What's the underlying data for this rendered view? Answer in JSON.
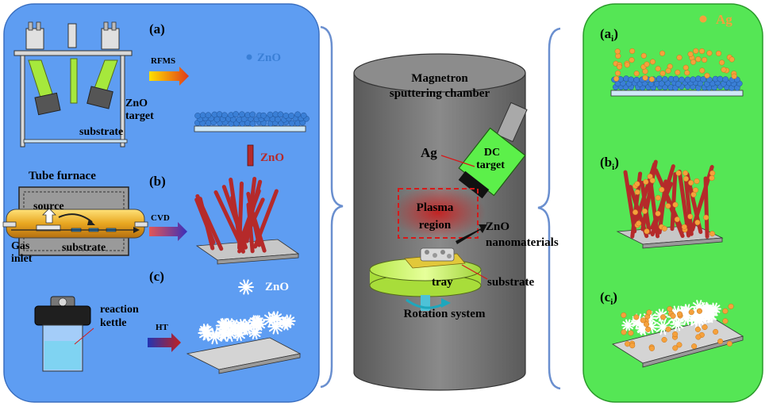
{
  "left_panel": {
    "a": {
      "label": "(a)",
      "method": "RFMS",
      "legend": "ZnO",
      "target_label_1": "ZnO",
      "target_label_2": "target",
      "substrate_label": "substrate"
    },
    "b": {
      "label": "(b)",
      "title": "Tube furnace",
      "method": "CVD",
      "legend": "ZnO",
      "source_label": "source",
      "substrate_label": "substrate",
      "gas_label_1": "Gas",
      "gas_label_2": "inlet"
    },
    "c": {
      "label": "(c)",
      "method": "HT",
      "legend": "ZnO",
      "kettle_label_1": "reaction",
      "kettle_label_2": "kettle"
    }
  },
  "center": {
    "chamber_title_1": "Magnetron",
    "chamber_title_2": "sputtering chamber",
    "target_label_1": "DC",
    "target_label_2": "target",
    "ag_label": "Ag",
    "plasma_label_1": "Plasma",
    "plasma_label_2": "region",
    "zno_label_1": "ZnO",
    "zno_label_2": "nanomaterials",
    "tray_label": "tray",
    "substrate_label": "substrate",
    "rotation_label": "Rotation system"
  },
  "right_panel": {
    "legend": "Ag",
    "labels": [
      {
        "base": "(a",
        "sub": "i",
        "close": ")"
      },
      {
        "base": "(b",
        "sub": "i",
        "close": ")"
      },
      {
        "base": "(c",
        "sub": "i",
        "close": ")"
      }
    ]
  },
  "colors": {
    "left_bg": "#5e9df2",
    "right_bg": "#55e655",
    "chamber": "#6e6e6e",
    "zno_blue": "#3a7fd6",
    "zno_rod": "#b52a2a",
    "ag_orange": "#f5a13c",
    "target_green": "#5cf04a"
  }
}
